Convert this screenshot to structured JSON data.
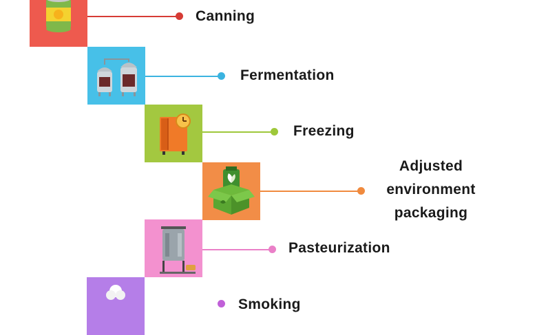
{
  "steps": [
    {
      "label": "Canning",
      "tile_color": "#ee5a4e",
      "line_color": "#d63b35",
      "icon": "tin-can-icon"
    },
    {
      "label": "Fermentation",
      "tile_color": "#47c0e8",
      "line_color": "#3bb3e0",
      "icon": "fermentation-tanks-icon"
    },
    {
      "label": "Freezing",
      "tile_color": "#a3c840",
      "line_color": "#9ec83a",
      "icon": "freezer-icon"
    },
    {
      "label_lines": [
        "Adjusted",
        "environment",
        "packaging"
      ],
      "tile_color": "#f28d47",
      "line_color": "#f08a3e",
      "icon": "eco-box-icon"
    },
    {
      "label": "Pasteurization",
      "tile_color": "#f391cf",
      "line_color": "#ea80c8",
      "icon": "pasteurizer-tank-icon"
    },
    {
      "label": "Smoking",
      "tile_color": "#b57ee8",
      "line_color": "#c060d8",
      "icon": "smoke-icon"
    }
  ]
}
